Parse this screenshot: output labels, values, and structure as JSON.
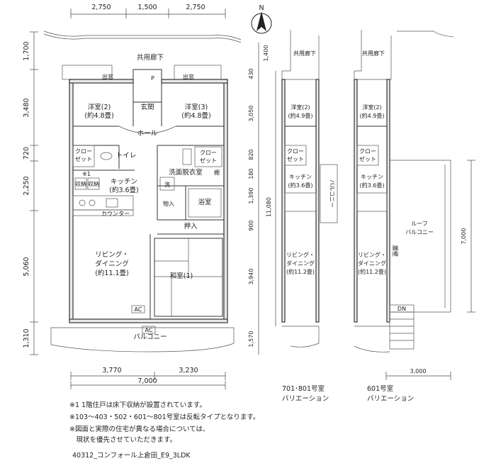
{
  "dims_top": [
    "2,750",
    "1,500",
    "2,750"
  ],
  "dims_left": [
    "1,700",
    "3,480",
    "720",
    "2,250",
    "5,060",
    "1,310"
  ],
  "dims_mid": [
    "1,400",
    "430",
    "3,050",
    "820",
    "180",
    "1,390",
    "900",
    "3,940",
    "1,570",
    "11,080"
  ],
  "dims_bottom": [
    "3,770",
    "3,230",
    "7,000"
  ],
  "rooms": {
    "corridor": "共用廊下",
    "window": "出窓",
    "western2": "洋室(2)",
    "western2_area": "(約4.8畳)",
    "western3": "洋室(3)",
    "western3_area": "(約4.8畳)",
    "entrance": "玄関",
    "hall": "ホール",
    "closet_a": "クロー",
    "closet_b": "ゼット",
    "toilet": "トイレ",
    "storage_note": "※1",
    "storage": "収納",
    "kitchen": "キッチン",
    "kitchen_area": "(約3.6畳)",
    "counter": "カウンター",
    "washroom": "洗面脱衣室",
    "shelf": "棚",
    "washer": "洗",
    "closet_in": "物入",
    "bath": "浴室",
    "oshiire": "押入",
    "living1": "リビング・",
    "living2": "ダイニング",
    "living_area": "(約11.1畳)",
    "japanese": "和室(1)",
    "ac": "AC",
    "balcony": "バルコニー"
  },
  "variant701": {
    "corridor": "共用廊下",
    "western": "洋室(2)",
    "western_area": "(約4.9畳)",
    "kitchen": "キッチン",
    "kitchen_area": "(約3.6畳)",
    "balcony_v": "バルコニー",
    "living1": "リビング・",
    "living2": "ダイニング",
    "living_area": "(約11.2畳)",
    "caption1": "701･801号室",
    "caption2": "バリエーション"
  },
  "variant601": {
    "corridor": "共用廊下",
    "western": "洋室(2)",
    "western_area": "(約4.9畳)",
    "kitchen": "キッチン",
    "kitchen_area": "(約3.6畳)",
    "living1": "リビング・",
    "living2": "ダイニング",
    "living_area": "(約11.2畳)",
    "roof1": "ルーフ",
    "roof2": "バルコニー",
    "dim_v": "7,000",
    "dim_h": "3,000",
    "waist": "腰壁",
    "dn": "DN",
    "caption1": "601号室",
    "caption2": "バリエーション"
  },
  "compass": "N",
  "notes": [
    "※1 1階住戸は床下収納が設置されています。",
    "※103～403・502・601～801号室は反転タイプとなります。",
    "※図面と実際の住宅が異なる場合については、",
    "　現状を優先させていただきます。"
  ],
  "footer": "40312_コンフォール上倉田_E9_3LDK"
}
